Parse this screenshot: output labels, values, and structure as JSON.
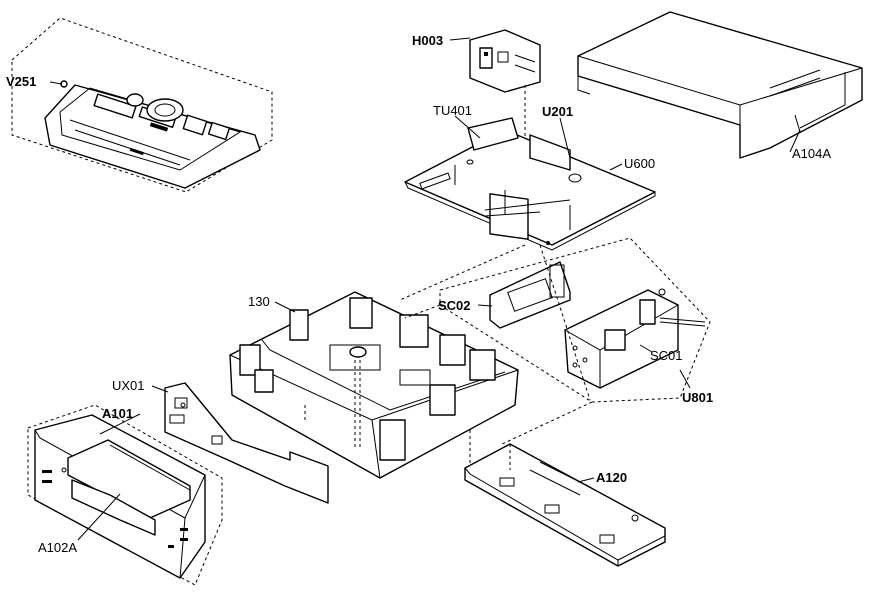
{
  "labels": {
    "v251": "V251",
    "h003": "H003",
    "tu401": "TU401",
    "u201": "U201",
    "u600": "U600",
    "a104a": "A104A",
    "c130": "130",
    "sc02": "SC02",
    "sc01": "SC01",
    "u801": "U801",
    "ux01": "UX01",
    "a101": "A101",
    "a102a": "A102A",
    "a120": "A120"
  }
}
